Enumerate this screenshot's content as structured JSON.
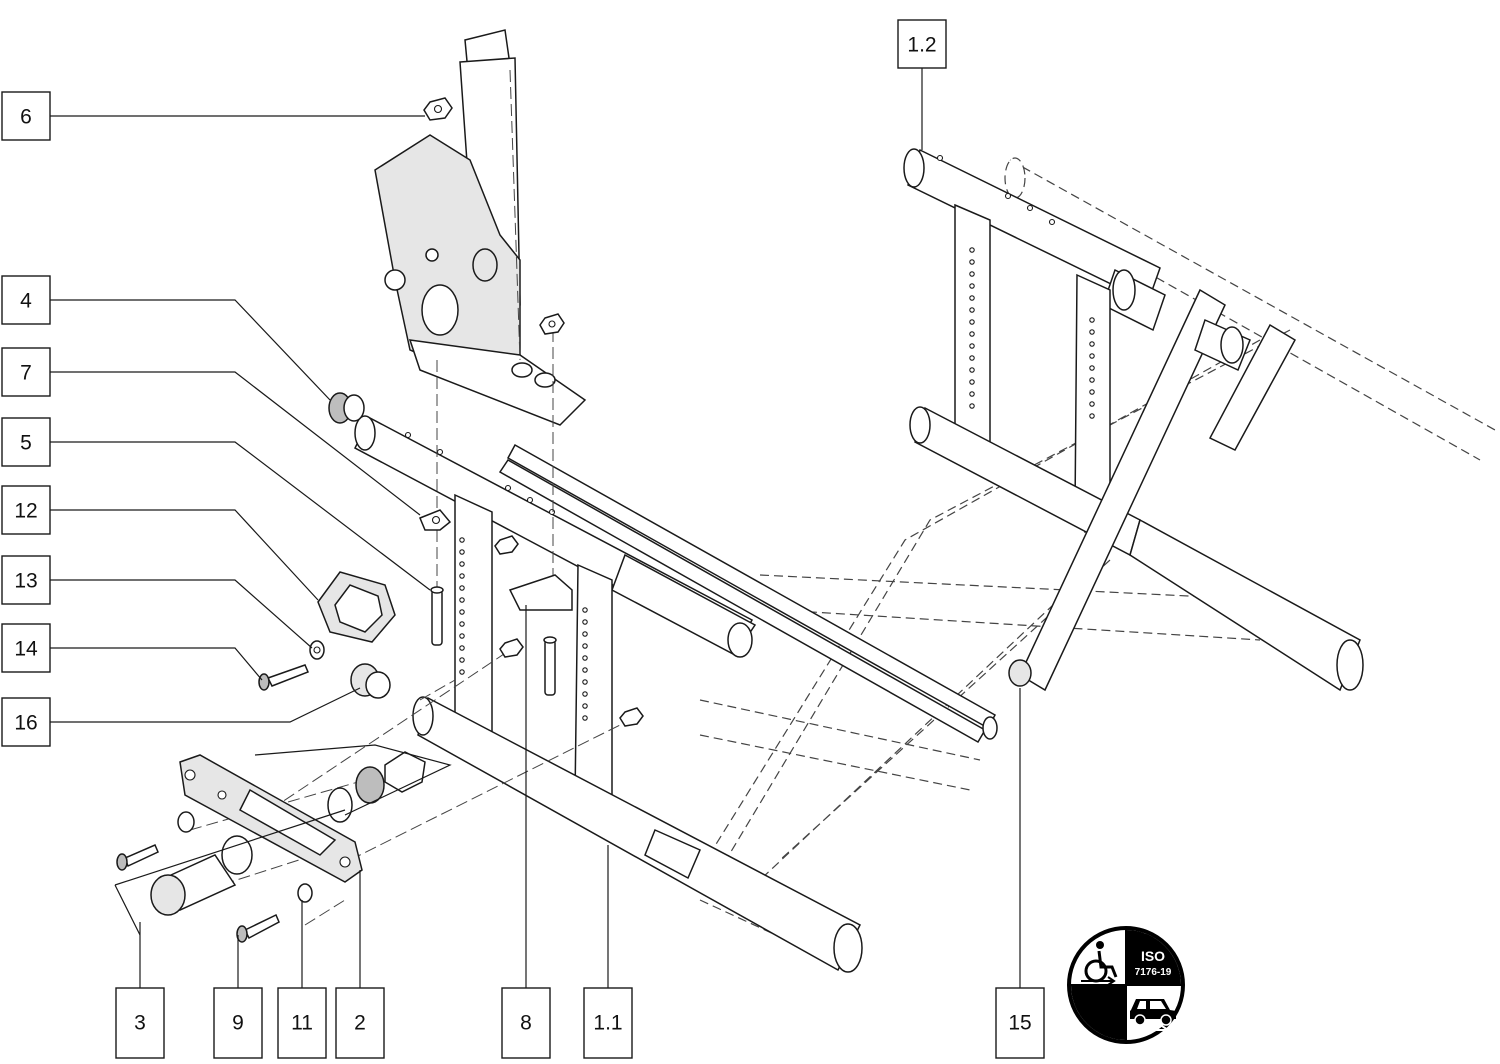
{
  "callouts": [
    {
      "id": "6"
    },
    {
      "id": "4"
    },
    {
      "id": "7"
    },
    {
      "id": "5"
    },
    {
      "id": "12"
    },
    {
      "id": "13"
    },
    {
      "id": "14"
    },
    {
      "id": "16"
    },
    {
      "id": "1.2"
    },
    {
      "id": "3"
    },
    {
      "id": "9"
    },
    {
      "id": "11"
    },
    {
      "id": "2"
    },
    {
      "id": "8"
    },
    {
      "id": "1.1"
    },
    {
      "id": "15"
    }
  ],
  "badge": {
    "standard": "ISO",
    "number": "7176-19",
    "icons": [
      "wheelchair-icon",
      "car-icon"
    ],
    "colors": {
      "dark": "#000000",
      "light": "#ffffff"
    }
  }
}
